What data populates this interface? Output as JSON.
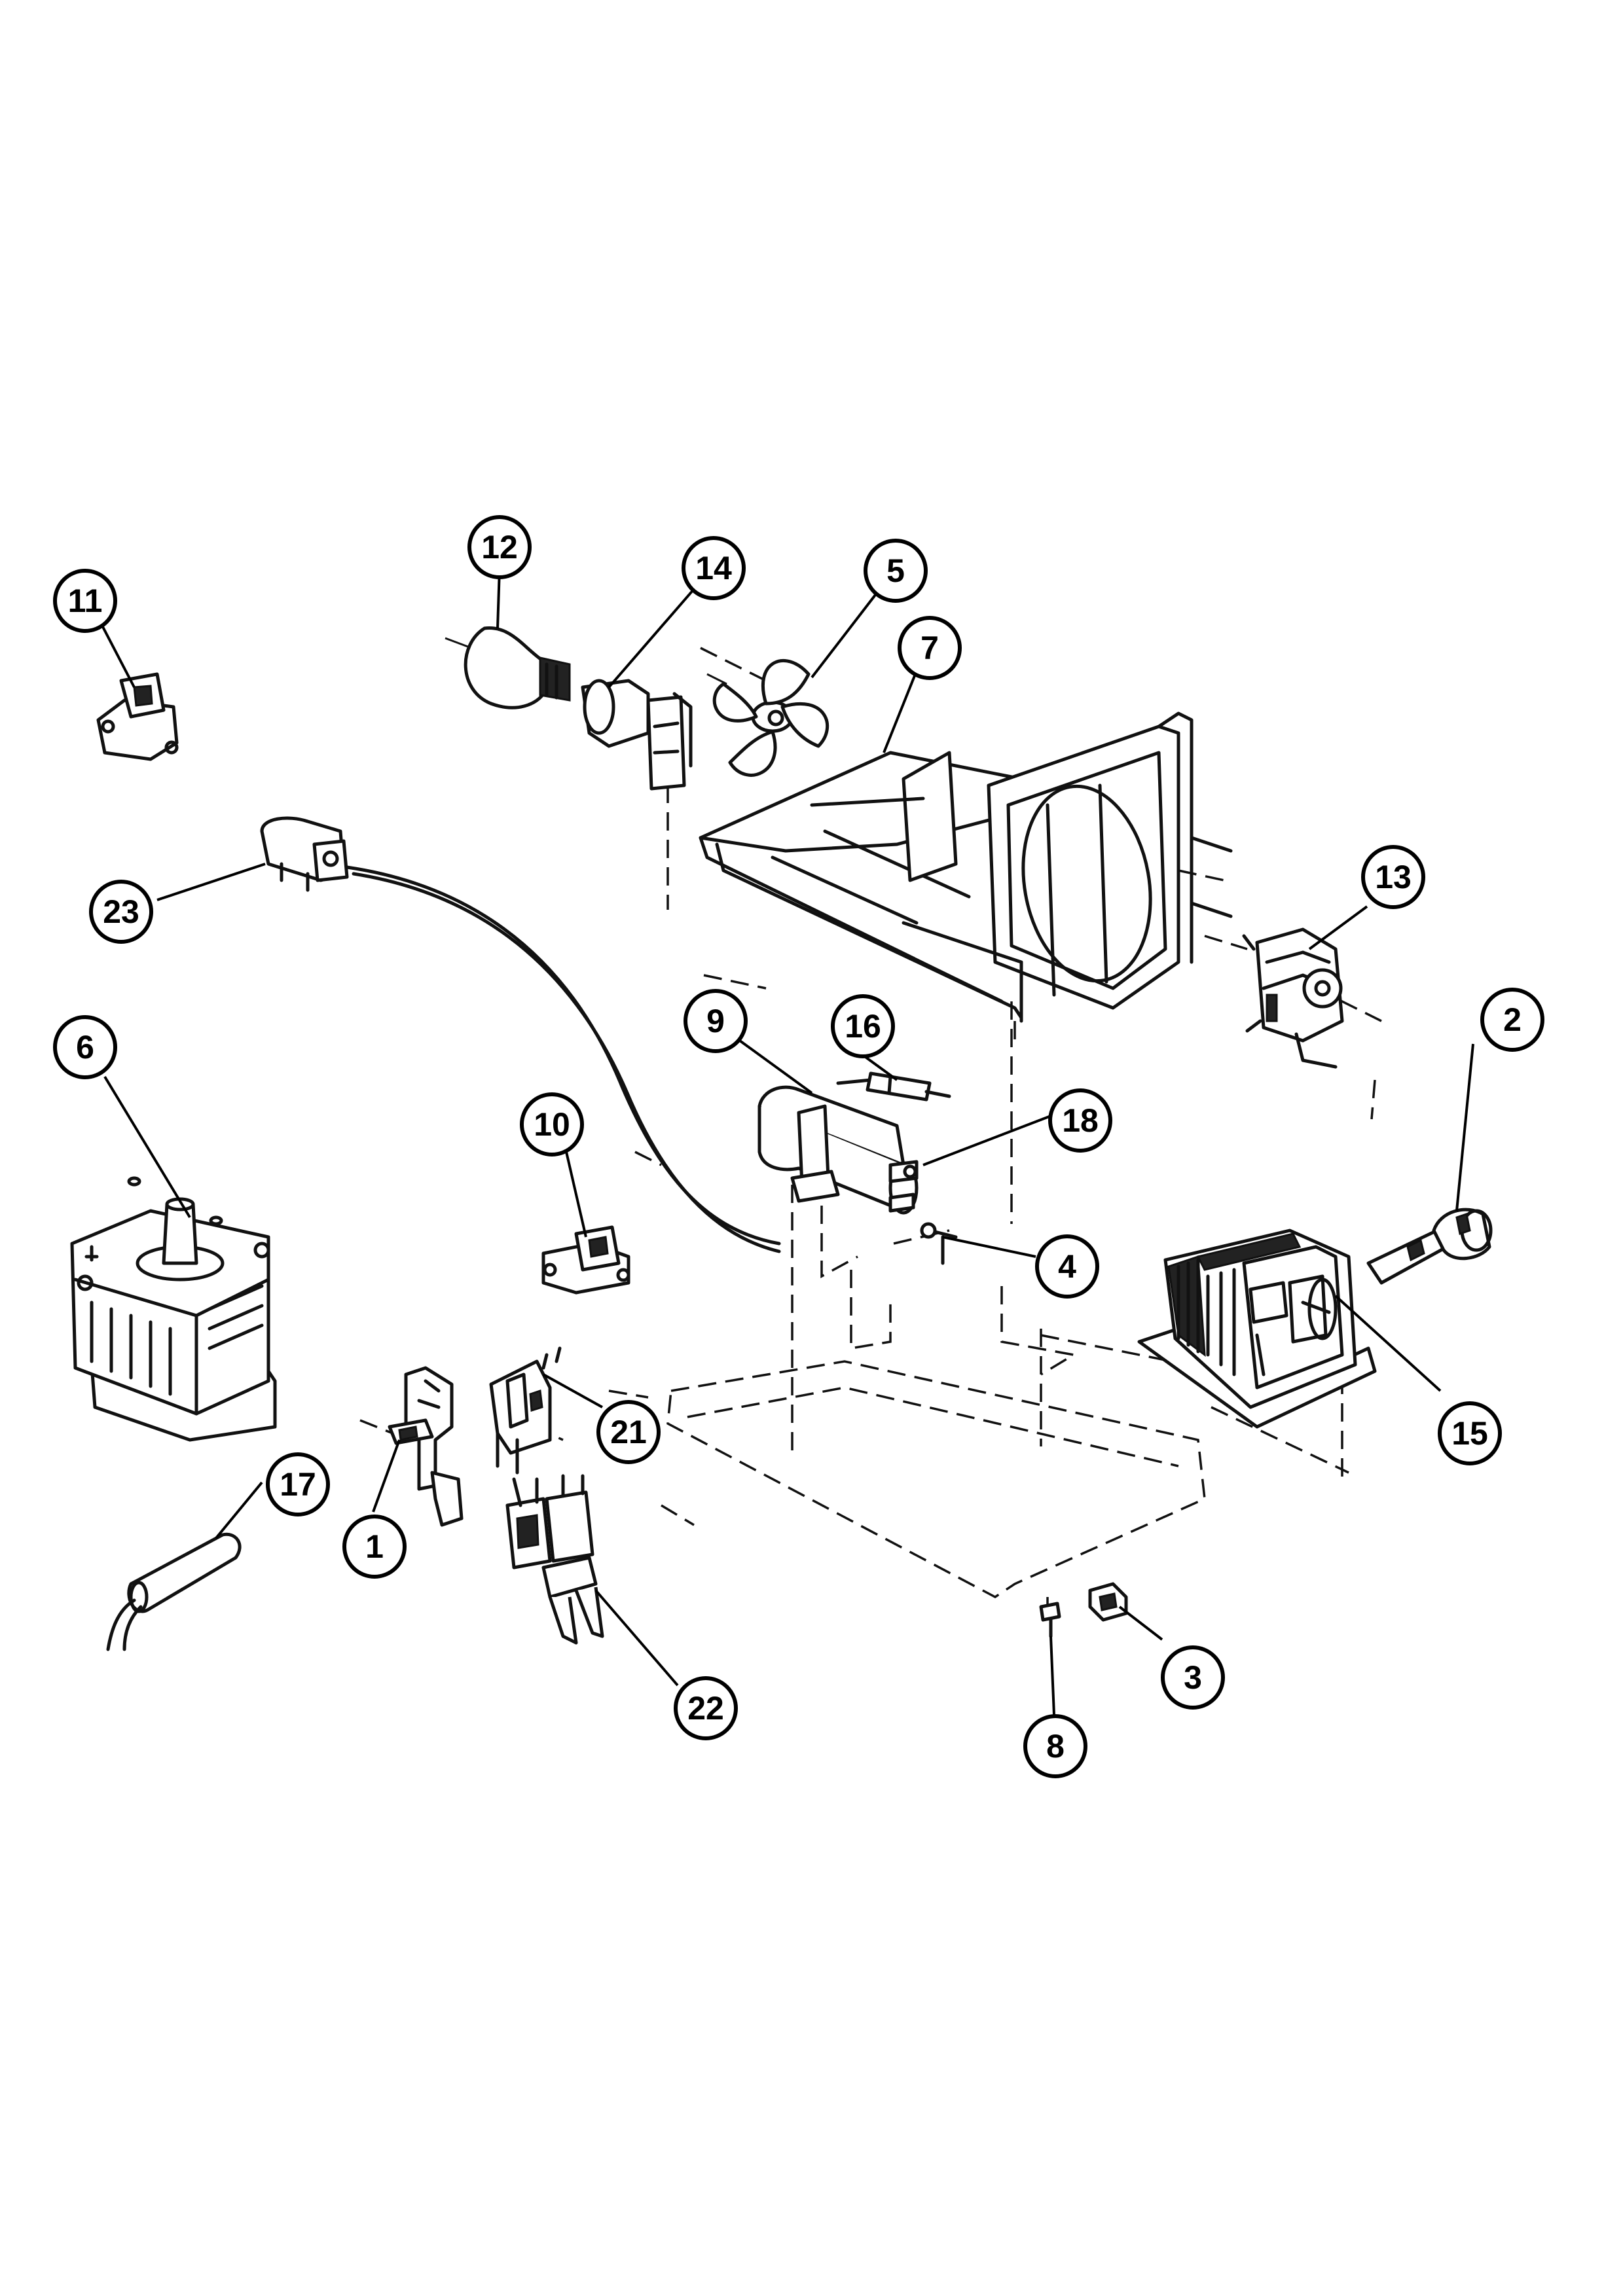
{
  "diagram": {
    "callouts": [
      {
        "id": "1",
        "label": "1"
      },
      {
        "id": "2",
        "label": "2"
      },
      {
        "id": "3",
        "label": "3"
      },
      {
        "id": "4",
        "label": "4"
      },
      {
        "id": "5",
        "label": "5"
      },
      {
        "id": "6",
        "label": "6"
      },
      {
        "id": "7",
        "label": "7"
      },
      {
        "id": "8",
        "label": "8"
      },
      {
        "id": "9",
        "label": "9"
      },
      {
        "id": "10",
        "label": "10"
      },
      {
        "id": "11",
        "label": "11"
      },
      {
        "id": "12",
        "label": "12"
      },
      {
        "id": "13",
        "label": "13"
      },
      {
        "id": "14",
        "label": "14"
      },
      {
        "id": "15",
        "label": "15"
      },
      {
        "id": "16",
        "label": "16"
      },
      {
        "id": "17",
        "label": "17"
      },
      {
        "id": "18",
        "label": "18"
      },
      {
        "id": "21",
        "label": "21"
      },
      {
        "id": "22",
        "label": "22"
      },
      {
        "id": "23",
        "label": "23"
      }
    ]
  }
}
